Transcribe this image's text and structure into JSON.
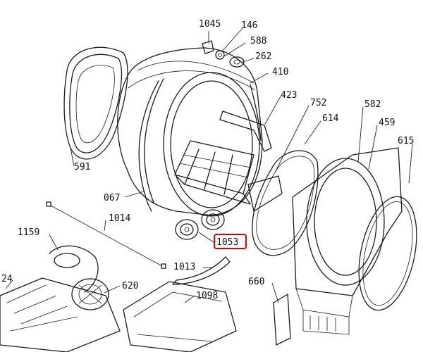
{
  "parts": {
    "p1045": "1045",
    "p146": "146",
    "p588": "588",
    "p262": "262",
    "p410": "410",
    "p423": "423",
    "p752": "752",
    "p614": "614",
    "p582": "582",
    "p459": "459",
    "p615": "615",
    "p591": "591",
    "p067": "067",
    "p1014": "1014",
    "p1159": "1159",
    "p1053": "1053",
    "p1013": "1013",
    "p620": "620",
    "p1098": "1098",
    "p660": "660",
    "p24": "24"
  },
  "highlight": {
    "part": "1053",
    "color": "#d90000"
  }
}
